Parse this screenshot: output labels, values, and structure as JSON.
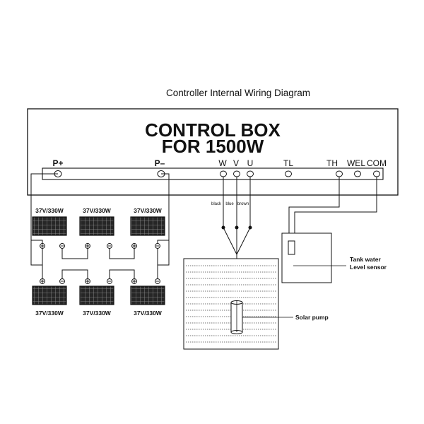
{
  "diagram": {
    "title": "Controller Internal Wiring Diagram",
    "control_box": {
      "line1": "CONTROL BOX",
      "line2": "FOR 1500W",
      "terminals": {
        "p_plus": "P+",
        "p_minus": "P–",
        "w": "W",
        "v": "V",
        "u": "U",
        "tl": "TL",
        "th": "TH",
        "wel": "WEL",
        "com": "COM"
      }
    },
    "wire_colors": {
      "w": "black",
      "v": "blue",
      "u": "brown"
    },
    "panels": {
      "top": [
        "37V/330W",
        "37V/330W",
        "37V/330W"
      ],
      "bottom": [
        "37V/330W",
        "37V/330W",
        "37V/330W"
      ]
    },
    "sensor": {
      "line1": "Tank water",
      "line2": "Level sensor"
    },
    "pump": {
      "label": "Solar pump"
    },
    "colors": {
      "line": "#111111",
      "panel_cell": "#2a2a2a",
      "panel_grid": "#9a9a9a"
    }
  }
}
